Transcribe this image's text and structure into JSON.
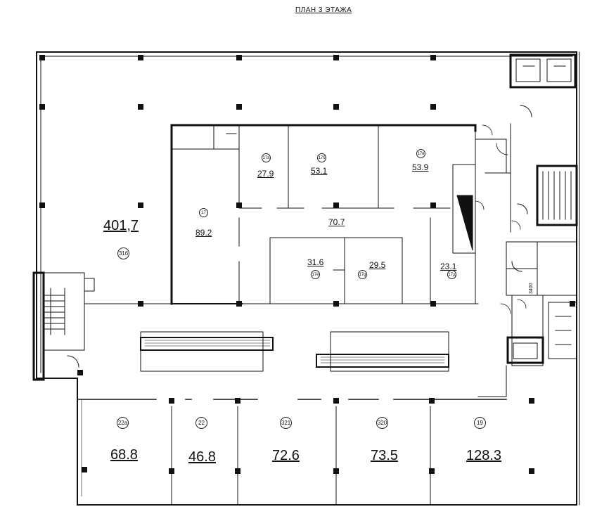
{
  "title": "ПЛАН 3 ЭТАЖА",
  "rooms": [
    {
      "id": "r316",
      "number": "316",
      "area": "401,7",
      "size": "lg"
    },
    {
      "id": "r17",
      "number": "17",
      "area": "89.2",
      "size": "sm"
    },
    {
      "id": "r17a",
      "number": "17а",
      "area": "27.9",
      "size": "sm"
    },
    {
      "id": "r17b",
      "number": "17б",
      "area": "53.1",
      "size": "sm"
    },
    {
      "id": "r17v",
      "number": "17в",
      "area": "53.9",
      "size": "sm"
    },
    {
      "id": "r17corr",
      "number": "",
      "area": "70.7",
      "size": "sm"
    },
    {
      "id": "r17e",
      "number": "17е",
      "area": "31.6",
      "size": "sm"
    },
    {
      "id": "r17g",
      "number": "17g",
      "area": "29.5",
      "size": "sm"
    },
    {
      "id": "r17d",
      "number": "17д",
      "area": "23.1",
      "size": "sm"
    },
    {
      "id": "r22a",
      "number": "22а",
      "area": "68.8",
      "size": "lg"
    },
    {
      "id": "r22",
      "number": "22",
      "area": "46.8",
      "size": "lg"
    },
    {
      "id": "r321",
      "number": "321",
      "area": "72.6",
      "size": "lg"
    },
    {
      "id": "r320",
      "number": "320",
      "area": "73.5",
      "size": "lg"
    },
    {
      "id": "r19",
      "number": "19",
      "area": "128.3",
      "size": "lg"
    }
  ],
  "notes": {
    "vertical": "3400"
  }
}
